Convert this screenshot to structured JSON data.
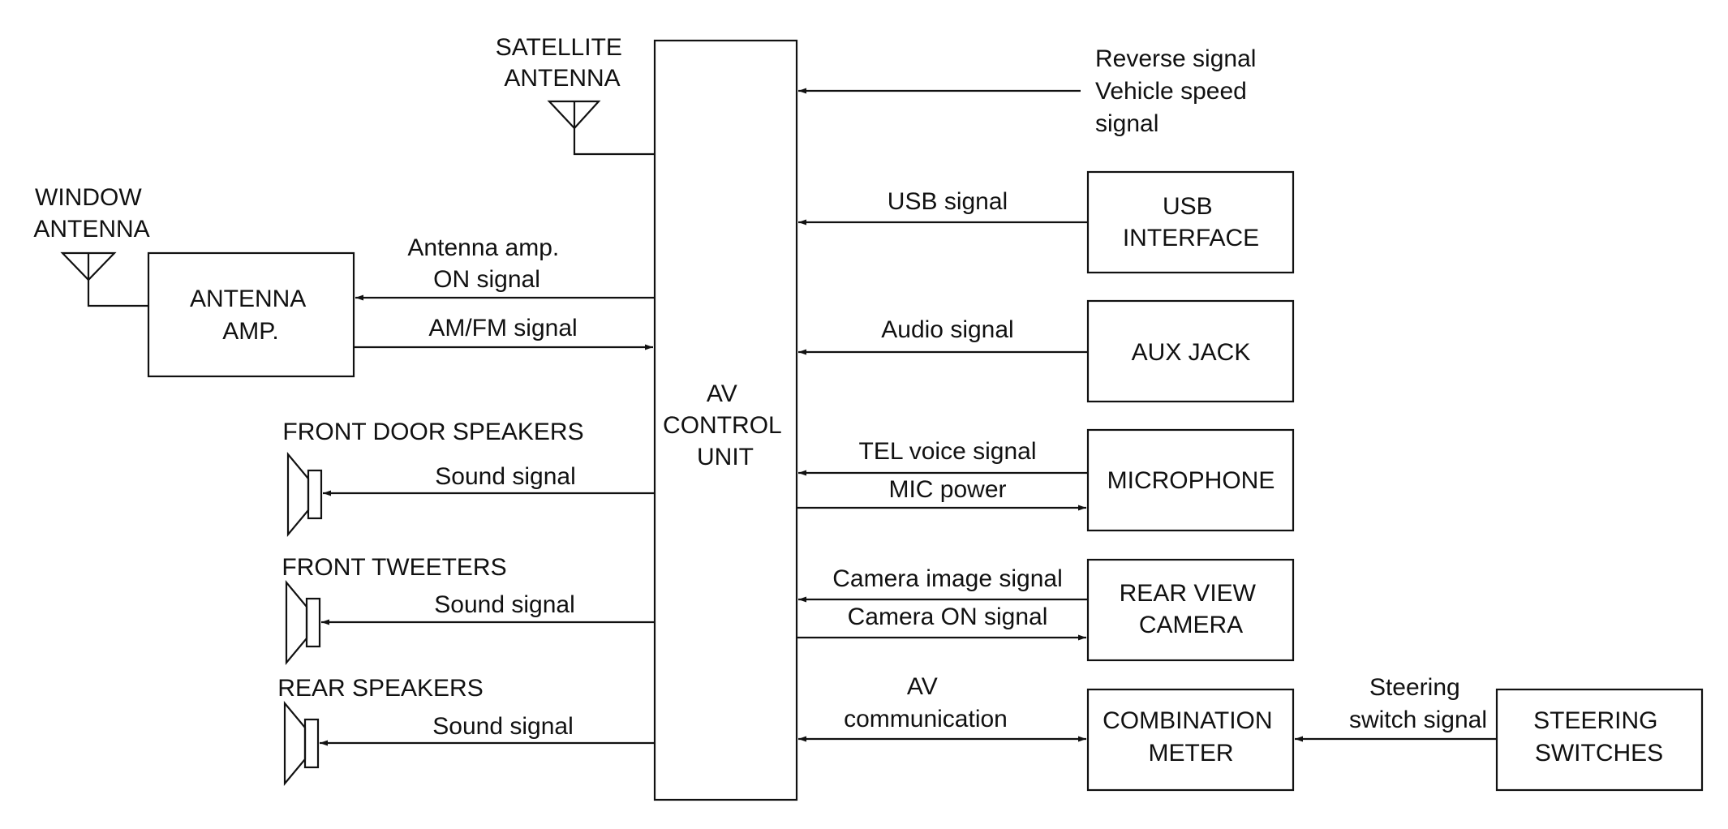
{
  "diagram": {
    "blocks": {
      "av_control_unit": [
        "AV",
        "CONTROL",
        "UNIT"
      ],
      "antenna_amp": [
        "ANTENNA",
        "AMP."
      ],
      "usb_interface": [
        "USB",
        "INTERFACE"
      ],
      "aux_jack": [
        "AUX JACK"
      ],
      "microphone": [
        "MICROPHONE"
      ],
      "rear_view_camera": [
        "REAR VIEW",
        "CAMERA"
      ],
      "combination_meter": [
        "COMBINATION",
        "METER"
      ],
      "steering_switches": [
        "STEERING",
        "SWITCHES"
      ]
    },
    "components": {
      "satellite_antenna": [
        "SATELLITE",
        "ANTENNA"
      ],
      "window_antenna": [
        "WINDOW",
        "ANTENNA"
      ],
      "front_door_speakers": "FRONT DOOR SPEAKERS",
      "front_tweeters": "FRONT TWEETERS",
      "rear_speakers": "REAR SPEAKERS"
    },
    "signals": {
      "reverse_vehicle_speed": [
        "Reverse signal",
        "Vehicle speed",
        "signal"
      ],
      "usb": "USB signal",
      "antenna_amp_on": [
        "Antenna amp.",
        "ON signal"
      ],
      "am_fm": "AM/FM signal",
      "audio": "Audio signal",
      "tel_voice": "TEL voice signal",
      "mic_power": "MIC power",
      "sound_front_door": "Sound signal",
      "sound_tweeters": "Sound signal",
      "sound_rear": "Sound signal",
      "camera_image": "Camera image signal",
      "camera_on": "Camera ON signal",
      "av_communication": [
        "AV",
        "communication"
      ],
      "steering_switch": [
        "Steering",
        "switch signal"
      ]
    }
  }
}
